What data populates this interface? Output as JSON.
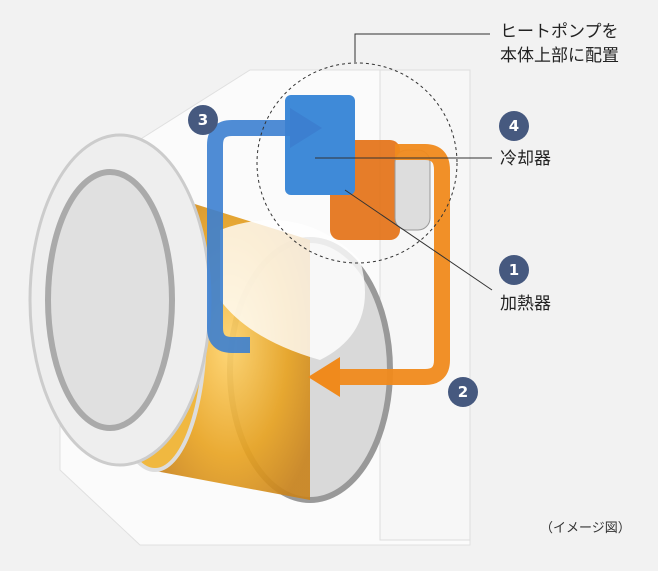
{
  "labels": {
    "heat_pump_line1": "ヒートポンプを",
    "heat_pump_line2": "本体上部に配置",
    "cooler": "冷却器",
    "heater": "加熱器",
    "caption": "（イメージ図）"
  },
  "badges": {
    "one": "1",
    "two": "2",
    "three": "3",
    "four": "4"
  },
  "colors": {
    "badge": "#46597f",
    "cool_flow": "#3c7fd0",
    "heat_flow": "#f08a1c",
    "background": "#f2f2f2"
  }
}
